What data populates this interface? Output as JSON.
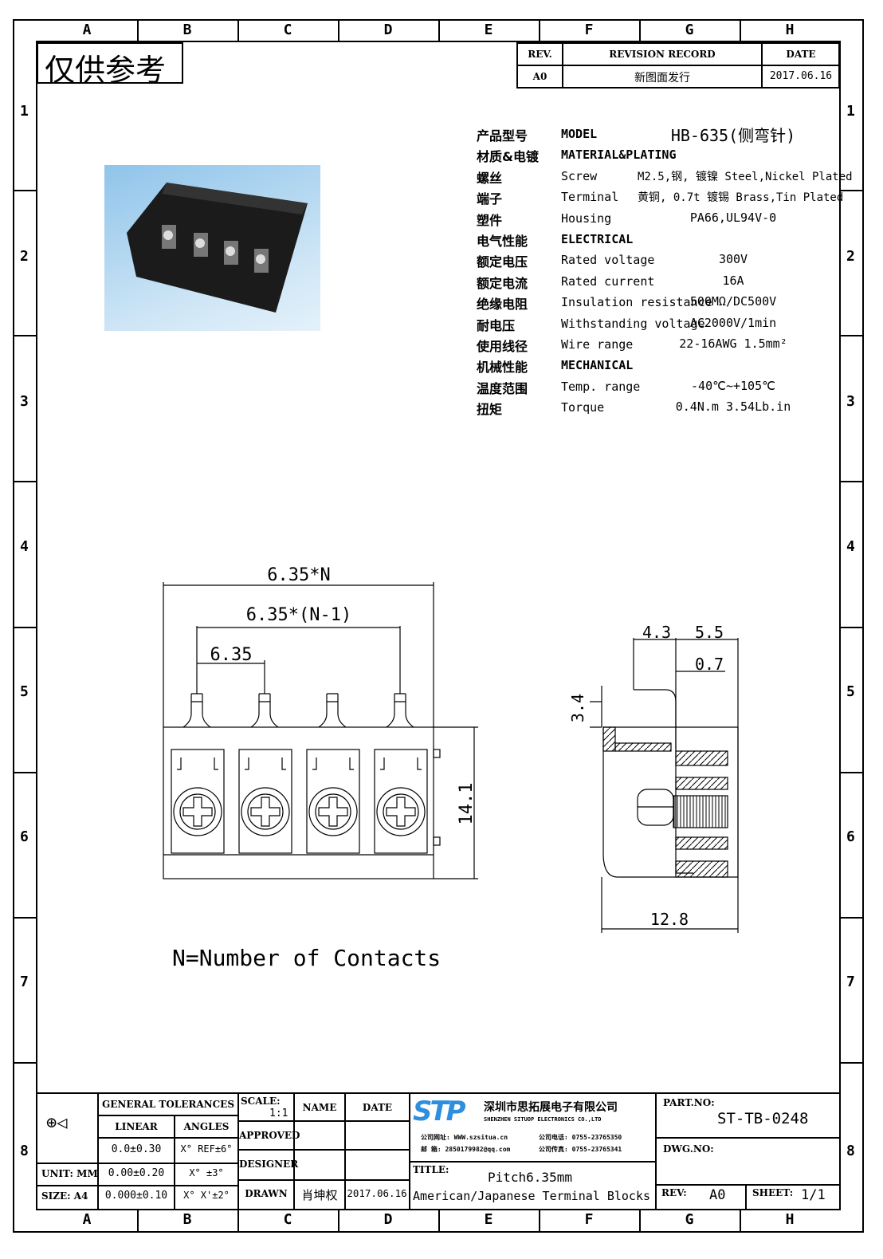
{
  "frame": {
    "columns": [
      "A",
      "B",
      "C",
      "D",
      "E",
      "F",
      "G",
      "H"
    ],
    "rows": [
      "1",
      "2",
      "3",
      "4",
      "5",
      "6",
      "7",
      "8"
    ]
  },
  "stamp": "仅供参考",
  "revision": {
    "rev_label": "REV.",
    "record_label": "REVISION RECORD",
    "date_label": "DATE",
    "rev": "A0",
    "record": "新图面发行",
    "date": "2017.06.16"
  },
  "specs": [
    {
      "cn": "产品型号",
      "en": "MODEL",
      "val": "HB-635(侧弯针)"
    },
    {
      "cn": "材质&电镀",
      "en": "MATERIAL&PLATING",
      "val": ""
    },
    {
      "cn": "螺丝",
      "en": "Screw",
      "val": "M2.5,钢, 镀镍 Steel,Nickel Plated"
    },
    {
      "cn": "端子",
      "en": "Terminal",
      "val": "黄铜, 0.7t 镀锡 Brass,Tin Plated"
    },
    {
      "cn": "塑件",
      "en": "Housing",
      "val": "PA66,UL94V-0"
    },
    {
      "cn": "电气性能",
      "en": "ELECTRICAL",
      "val": ""
    },
    {
      "cn": "额定电压",
      "en": "Rated voltage",
      "val": "300V"
    },
    {
      "cn": "额定电流",
      "en": "Rated current",
      "val": "16A"
    },
    {
      "cn": "绝缘电阻",
      "en": "Insulation resistance",
      "val": "500MΩ/DC500V"
    },
    {
      "cn": "耐电压",
      "en": "Withstanding voltage",
      "val": "AC2000V/1min"
    },
    {
      "cn": "使用线径",
      "en": "Wire range",
      "val": "22-16AWG 1.5mm²"
    },
    {
      "cn": "机械性能",
      "en": "MECHANICAL",
      "val": ""
    },
    {
      "cn": "温度范围",
      "en": "Temp. range",
      "val": "-40℃~+105℃"
    },
    {
      "cn": "扭矩",
      "en": "Torque",
      "val": "0.4N.m  3.54Lb.in"
    }
  ],
  "front_view": {
    "dim_total": "6.35*N",
    "dim_span": "6.35*(N-1)",
    "dim_pitch": "6.35",
    "dim_height": "14.1"
  },
  "side_view": {
    "dim_a": "4.3",
    "dim_b": "5.5",
    "dim_c": "0.7",
    "dim_d": "3.4",
    "dim_width": "12.8"
  },
  "note": "N=Number of Contacts",
  "title_block": {
    "general_tolerances": "GENERAL TOLERANCES",
    "linear": "LINEAR",
    "angles": "ANGLES",
    "lin": [
      "0.0±0.30",
      "0.00±0.20",
      "0.000±0.10"
    ],
    "ang": [
      "X° REF±6°",
      "X° ±3°",
      "X° X'±2°"
    ],
    "unit": "UNIT: MM",
    "size": "SIZE: A4",
    "scale_label": "SCALE:",
    "scale": "1:1",
    "name": "NAME",
    "date": "DATE",
    "approved": "APPROVED",
    "designer": "DESIGNER",
    "drawn": "DRAWN",
    "drawn_name": "肖坤权",
    "drawn_date": "2017.06.16",
    "company_logo": "STP",
    "company_cn": "深圳市思拓展电子有限公司",
    "company_en": "SHENZHEN SITUOP ELECTRONICS CO.,LTD",
    "web": "公司网址: WWW.szsitua.cn",
    "email": "邮    箱: 2850179982@qq.com",
    "tel": "公司电话: 0755-23765350",
    "fax": "公司传真: 0755-23765341",
    "title_label": "TITLE:",
    "title_1": "Pitch6.35mm",
    "title_2": "American/Japanese Terminal Blocks",
    "part_no_label": "PART.NO:",
    "part_no": "ST-TB-0248",
    "dwg_no_label": "DWG.NO:",
    "rev_label": "REV:",
    "rev": "A0",
    "sheet_label": "SHEET:",
    "sheet": "1/1"
  }
}
